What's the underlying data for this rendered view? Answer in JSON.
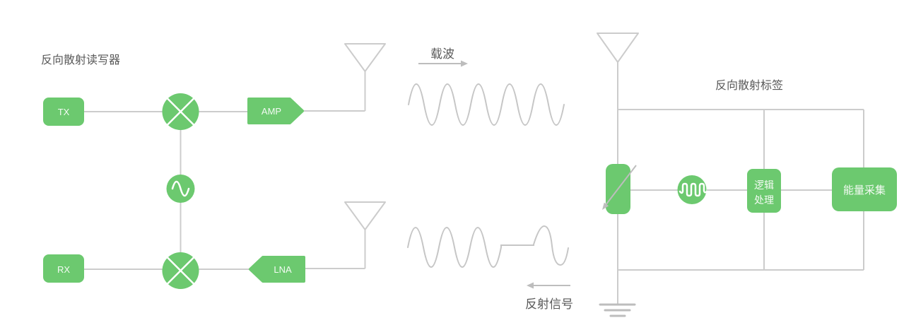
{
  "colors": {
    "green": "#6CC96F",
    "line": "#CCCCCC",
    "wave": "#C6C6C6",
    "arrow": "#BDBDBD",
    "label": "#595959",
    "box_text": "#FFFFFF"
  },
  "reader": {
    "title": "反向散射读写器",
    "tx_label": "TX",
    "rx_label": "RX",
    "amp_label": "AMP",
    "lna_label": "LNA"
  },
  "channel": {
    "carrier_label": "载波",
    "reflected_label": "反射信号"
  },
  "tag": {
    "title": "反向散射标签",
    "logic_label_line1": "逻辑",
    "logic_label_line2": "处理",
    "energy_label": "能量采集"
  },
  "icons": {
    "mixer": "multiply-circle",
    "oscillator": "sine-wave-circle",
    "modulator": "square-wave-circle",
    "antenna": "triangle-antenna",
    "ground": "ground-symbol",
    "switch": "impedance-switch",
    "carrier_arrow": "arrow-right",
    "reflected_arrow": "arrow-left"
  }
}
